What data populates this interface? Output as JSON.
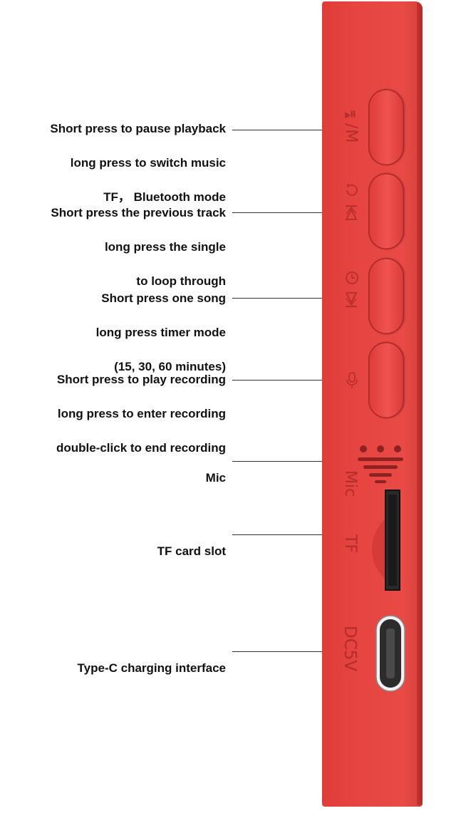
{
  "callouts": {
    "play_mode": {
      "line1": "Short press to pause playback",
      "line2": "long press to switch music",
      "line3": "TF，  Bluetooth mode"
    },
    "previous": {
      "line1": "Short press the previous track",
      "line2": "long press the single",
      "line3": "to loop through"
    },
    "next": {
      "line1": "Short press one song",
      "line2": "long press timer mode",
      "line3": "(15, 30, 60 minutes)"
    },
    "record": {
      "line1": "Short press to play recording",
      "line2": "long press to enter recording",
      "line3": "double-click to end recording"
    },
    "mic": {
      "line1": "Mic"
    },
    "tf_slot": {
      "line1": "TF card slot"
    },
    "typec": {
      "line1": "Type-C charging interface"
    }
  },
  "device": {
    "engravings": {
      "play_mode": "⏯/M",
      "mic": "Mic",
      "tf": "TF",
      "dc": "DC5V"
    },
    "colors": {
      "body": "#e64541",
      "button": "#ef5350",
      "engraving": "#b32d2b"
    }
  }
}
